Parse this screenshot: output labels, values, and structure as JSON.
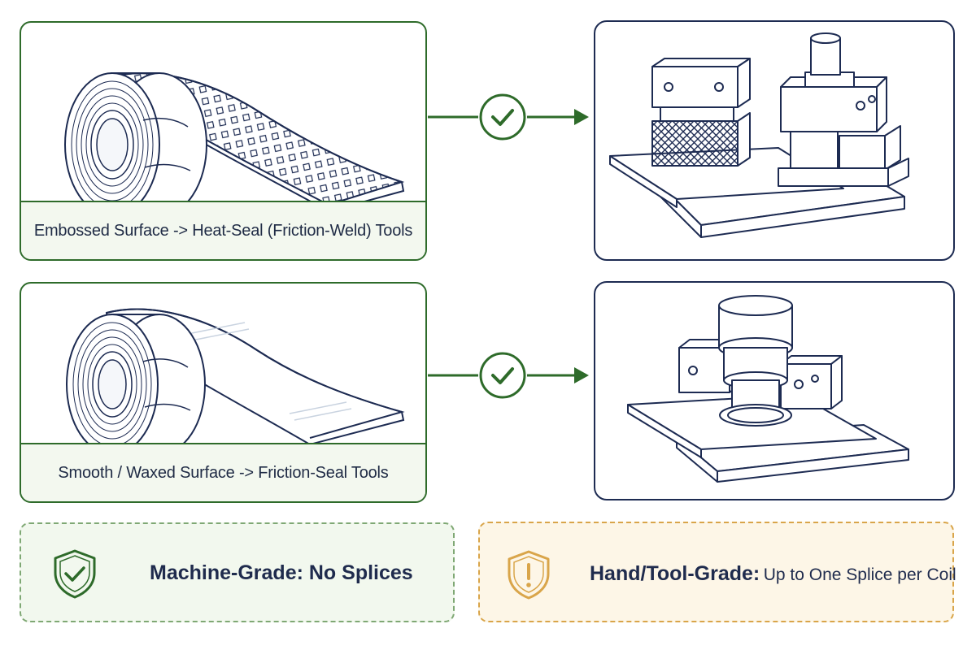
{
  "rows": [
    {
      "caption": "Embossed Surface -> Heat-Seal (Friction-Weld) Tools",
      "surface": "embossed",
      "tool": "heat-seal-friction-weld",
      "connector_icon": "check-circle-icon"
    },
    {
      "caption": "Smooth / Waxed Surface -> Friction-Seal Tools",
      "surface": "smooth-waxed",
      "tool": "friction-seal",
      "connector_icon": "check-circle-icon"
    }
  ],
  "footer": {
    "machine": {
      "label": "Machine-Grade: No Splices",
      "icon": "shield-check-icon",
      "color": "#2e6b2a"
    },
    "hand": {
      "label_strong": "Hand/Tool-Grade:",
      "label_rest": "Up to One Splice per Coil",
      "icon": "shield-alert-icon",
      "color": "#d9a54a"
    }
  },
  "colors": {
    "green": "#2e6b2a",
    "navy": "#1d2b52",
    "amber": "#d9a54a"
  }
}
